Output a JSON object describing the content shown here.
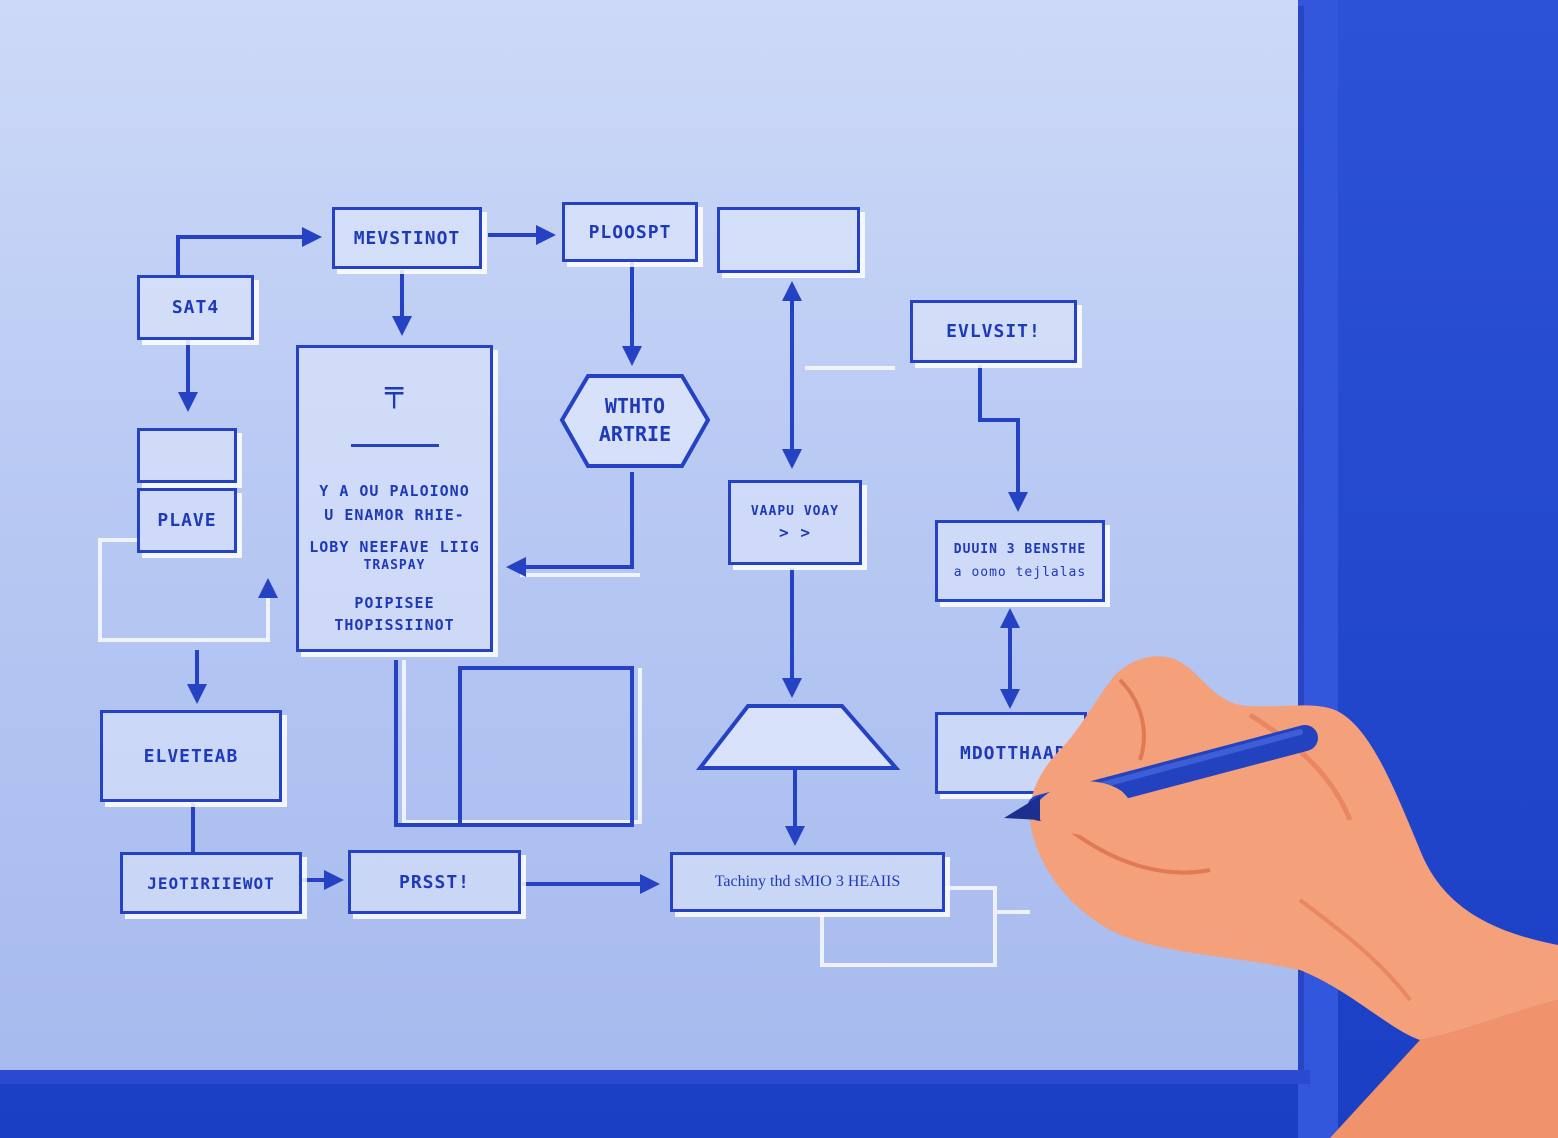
{
  "nodes": {
    "n1": "SAT4",
    "n2": "MEVSTINOT",
    "n3": "PLOOSPT",
    "n4": "",
    "n5": "EVLVSIT!",
    "n6": "",
    "n7": "PLAVE",
    "n8_symbol": "╤",
    "n8_line1": "Y A OU PALOIONO",
    "n8_line2": "U ENAMOR RHIE-",
    "n8_line3": "LOBY NEEFAVE LIIG",
    "n8_line4": "TRASPAY",
    "n8_line5": "POIPISEE",
    "n8_line6": "THOPISSIINOT",
    "n9_line1": "WTHTO",
    "n9_line2": "ARTRIE",
    "n10_line1": "VAAPU VOAY",
    "n10_line2": "> >",
    "n11_line1": "DUUIN 3 BENSTHE",
    "n11_line2": "a oomo tejlalas",
    "n12": "ELVETEAB",
    "n13": "MDOTTHAAR.",
    "n14": "JEOTIRIIEWOT",
    "n15": "PRSST!",
    "n16": "Tachiny thd sMIO 3 HEAIIS"
  },
  "colors": {
    "ink": "#2541c4",
    "board": "#c3d2f5",
    "wall": "#1f45c8",
    "skin": "#f4a07a",
    "pen": "#2342c0"
  },
  "icons": {
    "hand": "hand-holding-pen-icon",
    "pen": "marker-pen-icon"
  }
}
